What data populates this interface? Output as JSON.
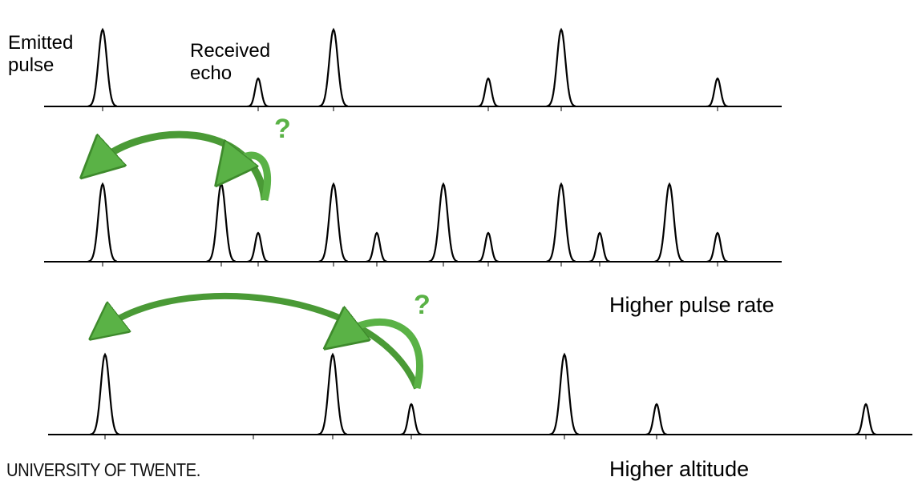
{
  "labels": {
    "emitted": "Emitted\npulse",
    "received": "Received\necho",
    "pulse_rate": "Higher pulse rate",
    "altitude": "Higher altitude",
    "question": "?"
  },
  "logo": "UNIVERSITY OF TWENTE.",
  "colors": {
    "arrow": "#4a9a36",
    "arrow_light": "#5ab246",
    "pulse": "#000000"
  },
  "rows": [
    {
      "name": "baseline",
      "pulses": [
        "emitted",
        "echo",
        "emitted",
        "echo",
        "emitted",
        "echo"
      ]
    },
    {
      "name": "higher-pulse-rate",
      "pulses": [
        "emitted",
        "emitted",
        "echo",
        "emitted",
        "echo",
        "emitted",
        "echo",
        "emitted",
        "echo",
        "emitted",
        "echo"
      ]
    },
    {
      "name": "higher-altitude",
      "pulses": [
        "emitted",
        "emitted",
        "echo",
        "emitted",
        "echo",
        "echo"
      ]
    }
  ]
}
